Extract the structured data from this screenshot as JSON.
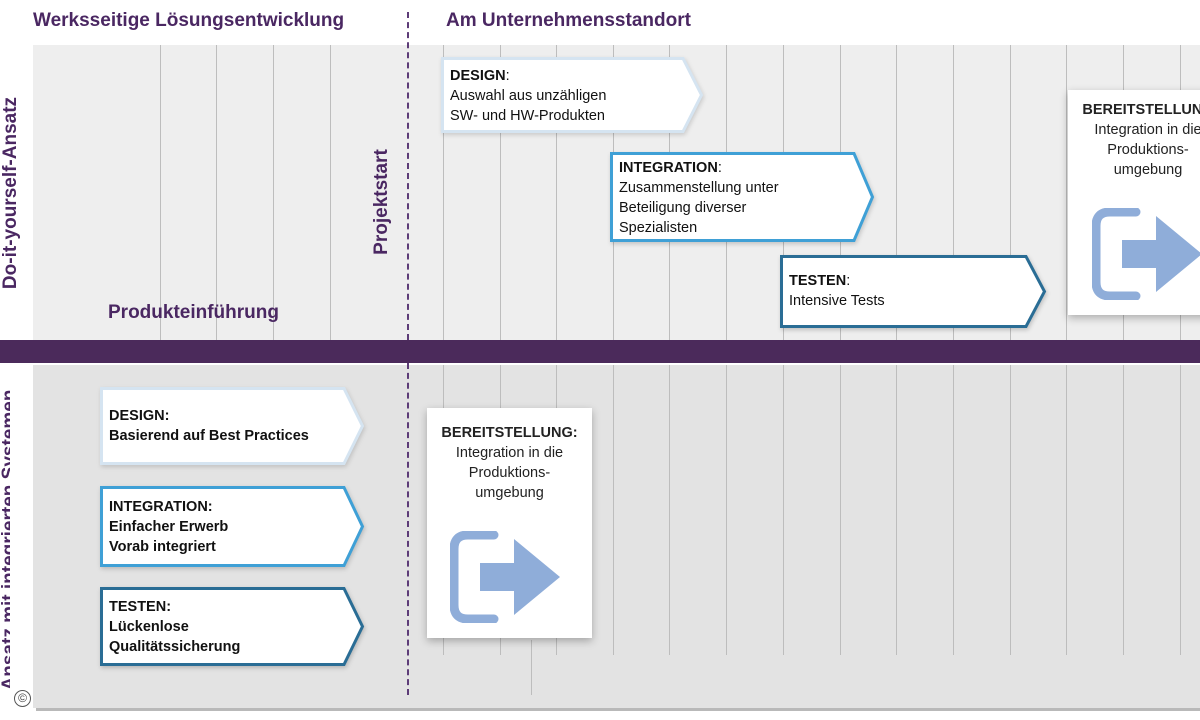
{
  "header": {
    "left_title": "Werksseitige Lösungsentwicklung",
    "right_title": "Am Unternehmensstandort"
  },
  "side_labels": {
    "top": "Do-it-yourself-Ansatz",
    "bottom": "Ansatz mit integrierten Systemen"
  },
  "labels": {
    "projektstart": "Projektstart",
    "produkteinfuehrung": "Produkteinführung",
    "copyright": "©"
  },
  "top_row": {
    "design": {
      "title": "DESIGN",
      "colon": ":",
      "line1": "Auswahl aus unzähligen",
      "line2": "SW- und HW-Produkten"
    },
    "integration": {
      "title": "INTEGRATION",
      "colon": ":",
      "line1": "Zusammenstellung unter",
      "line2": "Beteiligung diverser",
      "line3": "Spezialisten"
    },
    "testen": {
      "title": "TESTEN",
      "colon": ":",
      "line1": "Intensive Tests"
    },
    "bereitstellung": {
      "title": "BEREITSTELLUNG",
      "line1": "Integration in die",
      "line2": "Produktions-",
      "line3": "umgebung"
    }
  },
  "bottom_row": {
    "design": {
      "title": "DESIGN:",
      "line1": "Basierend auf Best Practices"
    },
    "integration": {
      "title": "INTEGRATION:",
      "line1": "Einfacher Erwerb",
      "line2": "Vorab integriert"
    },
    "testen": {
      "title": "TESTEN:",
      "line1": "Lückenlose",
      "line2": "Qualitätssicherung"
    },
    "bereitstellung": {
      "title": "BEREITSTELLUNG:",
      "line1": "Integration in die",
      "line2": "Produktions-",
      "line3": "umgebung"
    }
  },
  "colors": {
    "purple": "#4b2a5b",
    "design_border": "#cfe0ef",
    "integration_border": "#3fa0d6",
    "testen_border": "#2a6d95",
    "deploy_icon": "#8fadd9"
  },
  "icons": [
    "deploy-icon"
  ]
}
